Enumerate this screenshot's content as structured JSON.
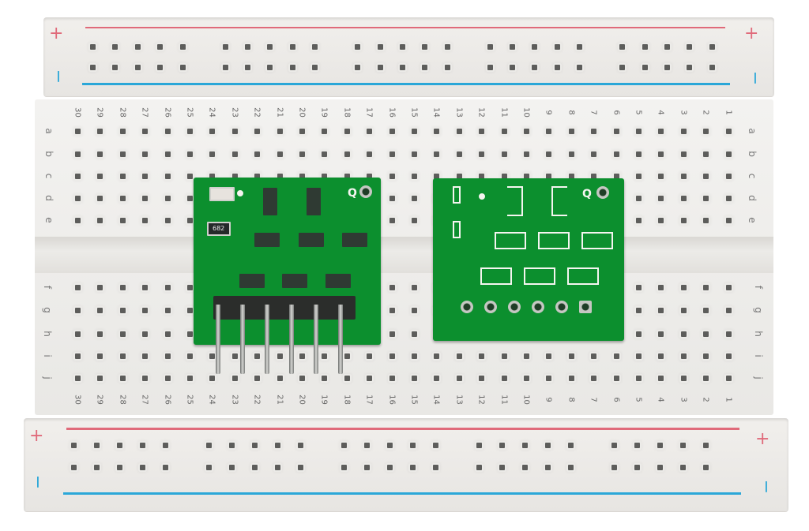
{
  "scene": {
    "subject": "Solderless breadboard with two green PCB modules",
    "colors": {
      "breadboard": "#ecebe8",
      "pcb": "#0c8f2e",
      "rail_positive": "#e06a7a",
      "rail_negative": "#2ba7d8",
      "silkscreen": "#f5f5f0"
    }
  },
  "breadboard": {
    "top_rail": {
      "positive_label": "+",
      "negative_label": "−"
    },
    "bottom_rail": {
      "positive_label": "+",
      "negative_label": "−"
    },
    "column_numbers": [
      "30",
      "29",
      "28",
      "27",
      "26",
      "25",
      "24",
      "23",
      "22",
      "21",
      "20",
      "19",
      "18",
      "17",
      "16",
      "15",
      "14",
      "13",
      "12",
      "11",
      "10",
      "9",
      "8",
      "7",
      "6",
      "5",
      "4",
      "3",
      "2",
      "1"
    ],
    "row_letters_top": [
      "a",
      "b",
      "c",
      "d",
      "e"
    ],
    "row_letters_bottom": [
      "f",
      "g",
      "h",
      "i",
      "j"
    ]
  },
  "modules": {
    "front": {
      "silkscreen_label": "Q",
      "resistor_marking": "682",
      "header_pins": 6,
      "transistor_count": 8
    },
    "back": {
      "silkscreen_label": "Q",
      "through_hole_pads": 6
    }
  }
}
